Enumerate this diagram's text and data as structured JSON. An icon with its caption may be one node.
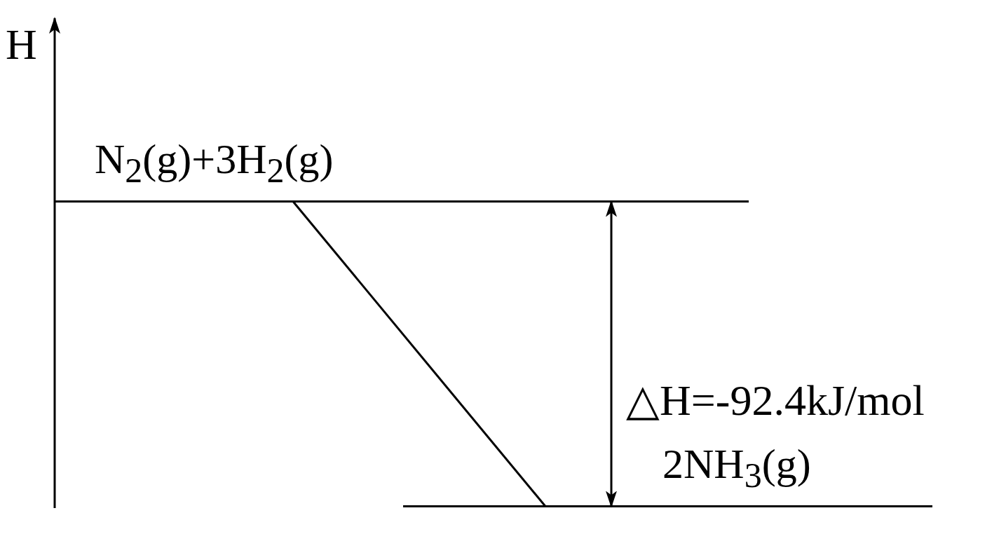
{
  "diagram": {
    "nodes": [
      {
        "text": [
          "N$_{2}$(g)+3H$_{2}$(g)"
        ]
      },
      {
        "text": [
          "2NH$_{3}$(g)"
        ]
      }
    ],
    "edges": [
      {
        "from": 0,
        "to": 1,
        "arrow": "none"
      },
      {
        "from": 0,
        "to": 1,
        "arrow": "both",
        "label": "△H=-92.4kJ/mol"
      }
    ],
    "labels": [
      "H"
    ]
  }
}
